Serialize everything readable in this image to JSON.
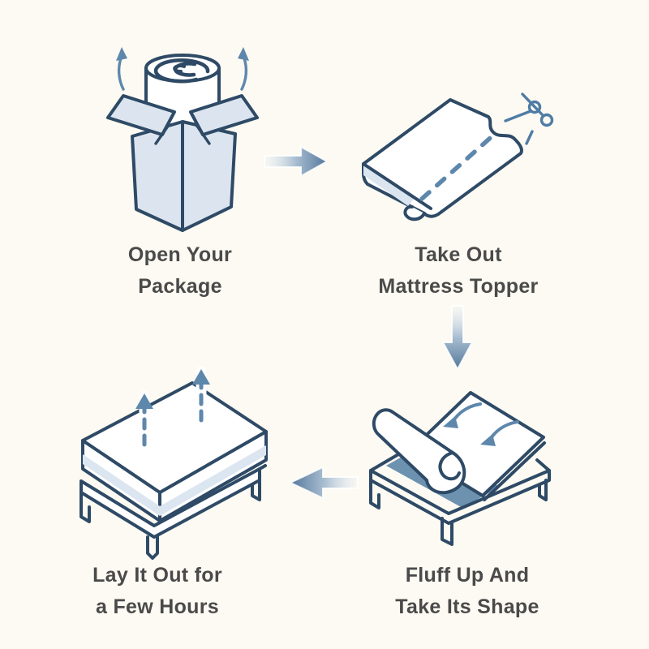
{
  "diagram_title": "",
  "palette": {
    "background": "#FCFAF2",
    "outline_navy": "#2E4A66",
    "fill_light_blue": "#DCE5EF",
    "accent_steel_blue": "#5E87AC",
    "deck_blue": "#6C92B0",
    "pale_band_blue": "#DCE6F1",
    "arrow_gradient_dark": "#54789B",
    "arrow_gradient_light": "#E7EDF3",
    "text_color": "#4A4A4A"
  },
  "steps": [
    {
      "name": "open-package",
      "icon": "box-with-rolled-topper-icon",
      "label": [
        "Open Your",
        "Package"
      ]
    },
    {
      "name": "take-out",
      "icon": "package-scissors-cut-icon",
      "label": [
        "Take Out",
        "Mattress Topper"
      ]
    },
    {
      "name": "fluff-up",
      "icon": "topper-unrolling-on-frame-icon",
      "label": [
        "Fluff Up And",
        "Take Its Shape"
      ]
    },
    {
      "name": "lay-out",
      "icon": "mattress-expanding-on-frame-icon",
      "label": [
        "Lay It Out for",
        "a Few Hours"
      ]
    }
  ],
  "connectors": [
    {
      "name": "arrow-right",
      "direction": "right"
    },
    {
      "name": "arrow-down",
      "direction": "down"
    },
    {
      "name": "arrow-left",
      "direction": "left"
    }
  ]
}
